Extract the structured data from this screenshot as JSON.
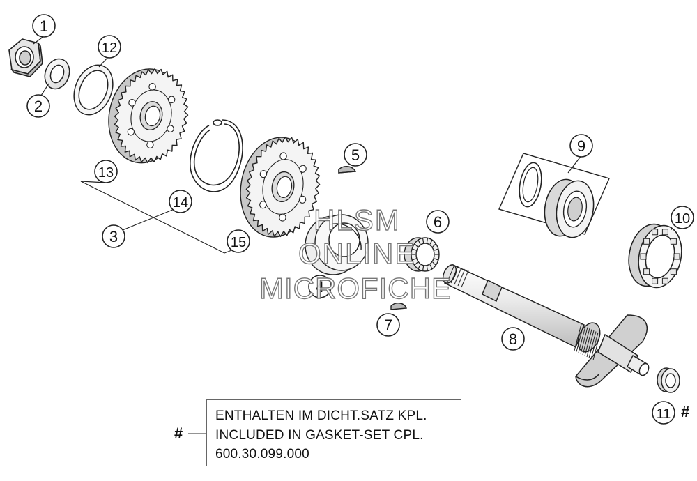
{
  "callouts": [
    {
      "id": "c1",
      "text": "1"
    },
    {
      "id": "c2",
      "text": "2"
    },
    {
      "id": "c3",
      "text": "3"
    },
    {
      "id": "c4",
      "text": "4"
    },
    {
      "id": "c5",
      "text": "5"
    },
    {
      "id": "c6",
      "text": "6"
    },
    {
      "id": "c7",
      "text": "7"
    },
    {
      "id": "c8",
      "text": "8"
    },
    {
      "id": "c9",
      "text": "9"
    },
    {
      "id": "c10",
      "text": "10"
    },
    {
      "id": "c11",
      "text": "11"
    },
    {
      "id": "c12",
      "text": "12"
    },
    {
      "id": "c13",
      "text": "13"
    },
    {
      "id": "c14",
      "text": "14"
    },
    {
      "id": "c15",
      "text": "15"
    }
  ],
  "note": {
    "marker": "#",
    "lines": [
      "ENTHALTEN IM DICHT.SATZ KPL.",
      "INCLUDED IN GASKET-SET CPL.",
      "600.30.099.000"
    ]
  },
  "part11_marker": "#",
  "watermark": {
    "line1": "HLSM",
    "line2": "ONLINE",
    "line3": "MICROFICHE"
  },
  "colors": {
    "line": "#222222",
    "shade": "#e8e8e8",
    "dark": "#9a9a9a"
  }
}
